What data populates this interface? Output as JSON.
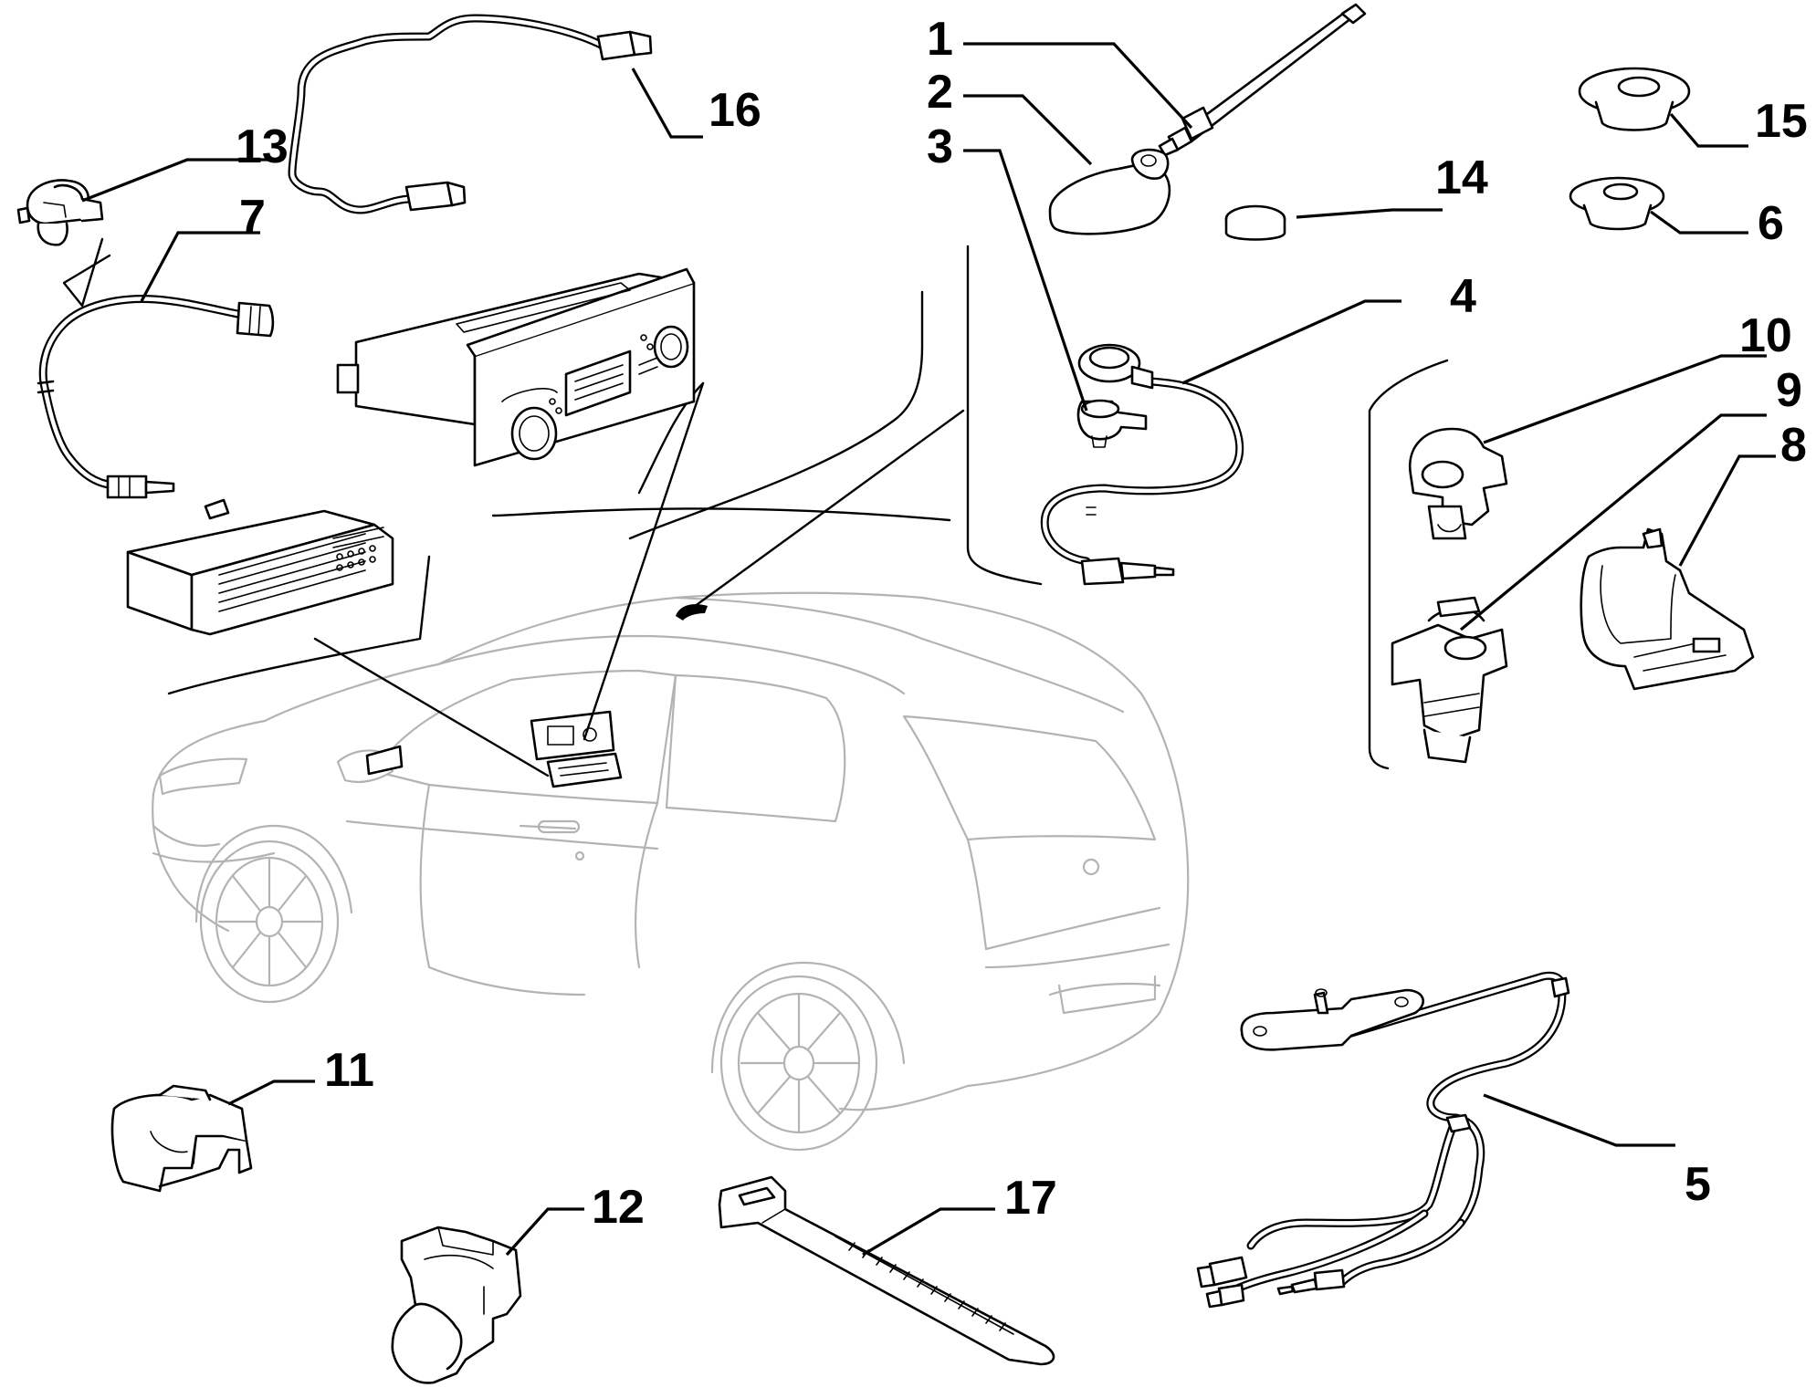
{
  "colors": {
    "line": "#000000",
    "car_outline": "#b3b3b3",
    "background": "#ffffff"
  },
  "labels": {
    "p1": "1",
    "p2": "2",
    "p3": "3",
    "p4": "4",
    "p5": "5",
    "p6": "6",
    "p7": "7",
    "p8": "8",
    "p9": "9",
    "p10": "10",
    "p11": "11",
    "p12": "12",
    "p13": "13",
    "p14": "14",
    "p15": "15",
    "p16": "16",
    "p17": "17"
  }
}
